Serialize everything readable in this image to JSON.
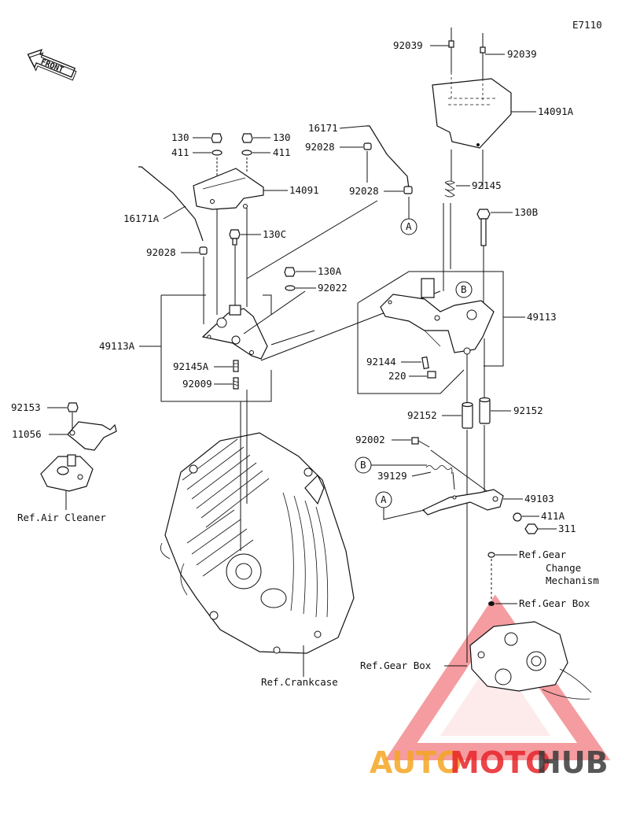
{
  "diagram_code": "E7110",
  "front_label": "FRONT",
  "parts": {
    "p92039_left": "92039",
    "p92039_right": "92039",
    "p14091A": "14091A",
    "p16171": "16171",
    "p92028_top": "92028",
    "p92028_mid": "92028",
    "p92145": "92145",
    "p130B": "130B",
    "p130_left": "130",
    "p130_right": "130",
    "p411_left": "411",
    "p411_right": "411",
    "p14091": "14091",
    "p16171A": "16171A",
    "p130C": "130C",
    "p92028_left": "92028",
    "p130A": "130A",
    "p92022": "92022",
    "p49113": "49113",
    "p49113A": "49113A",
    "p92145A": "92145A",
    "p92009": "92009",
    "p92144": "92144",
    "p220": "220",
    "p92153": "92153",
    "p11056": "11056",
    "p92152_left": "92152",
    "p92152_right": "92152",
    "p92002": "92002",
    "p39129": "39129",
    "p49103": "49103",
    "p411A": "411A",
    "p311": "311"
  },
  "refs": {
    "air_cleaner": "Ref.Air Cleaner",
    "gear_change_1": "Ref.Gear",
    "gear_change_2": "Change",
    "gear_change_3": "Mechanism",
    "gear_box_1": "Ref.Gear Box",
    "gear_box_2": "Ref.Gear Box",
    "crankcase": "Ref.Crankcase"
  },
  "callouts": {
    "A_top": "A",
    "B_top": "B",
    "B_bottom": "B",
    "A_bottom": "A"
  },
  "watermark": {
    "part1": "AUTO",
    "part2": "MOTO",
    "part3": "HUB",
    "color_orange": "#f5a623",
    "color_red": "#e8242a",
    "color_dark": "#3a3a3a"
  }
}
